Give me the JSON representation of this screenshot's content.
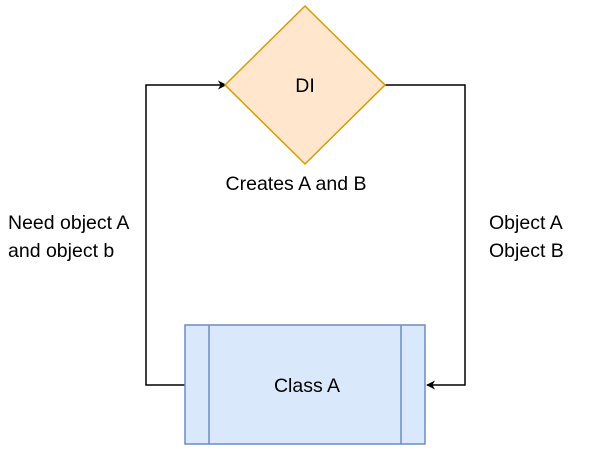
{
  "diagram": {
    "di_node": {
      "label": "DI",
      "fill": "#ffe6cc",
      "stroke": "#d79b00"
    },
    "di_caption": "Creates A and B",
    "class_node": {
      "label": "Class A",
      "fill": "#dae8fc",
      "stroke": "#6c8ebf"
    },
    "left_edge_label": {
      "line1": "Need object A",
      "line2": "and object b"
    },
    "right_edge_label": {
      "line1": "Object A",
      "line2": "Object B"
    },
    "edge_color": "#000000"
  }
}
